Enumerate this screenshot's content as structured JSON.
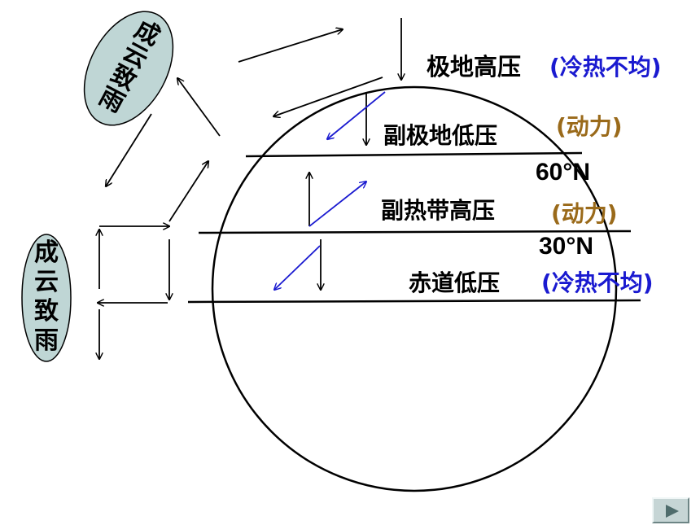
{
  "labels": {
    "polar_high": "极地高压",
    "polar_high_cause": "(冷热不均)",
    "subpolar_low": "副极地低压",
    "subpolar_low_cause": "(动力)",
    "lat60": "60°N",
    "subtropical_high": "副热带高压",
    "subtropical_high_cause": "(动力)",
    "lat30": "30°N",
    "equatorial_low": "赤道低压",
    "equatorial_low_cause": "(冷热不均)"
  },
  "clouds": {
    "top": [
      "成",
      "云",
      "致",
      "雨"
    ],
    "left": [
      "成",
      "云",
      "致",
      "雨"
    ]
  },
  "colors": {
    "cloud_fill": "#bfd6d5",
    "wind_arrow": "#1a1ad0",
    "cause_dynamic": "#9a6a1a",
    "cause_thermal": "#1a1ad0"
  },
  "nav": {
    "next_icon": "play-triangle-icon"
  }
}
